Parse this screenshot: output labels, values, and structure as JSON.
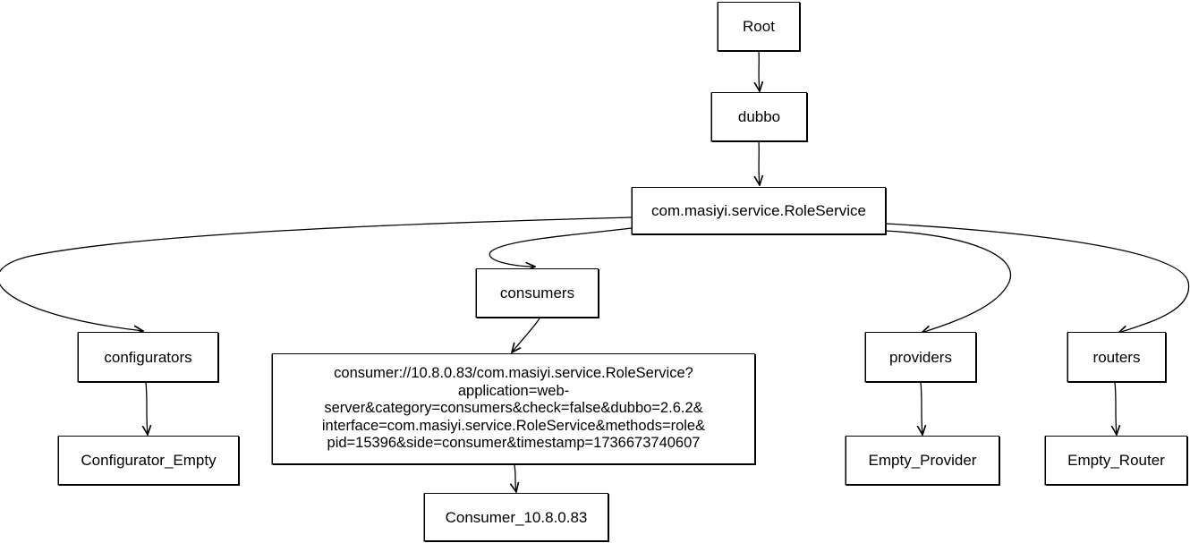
{
  "nodes": {
    "root": "Root",
    "dubbo": "dubbo",
    "service": "com.masiyi.service.RoleService",
    "configurators": "configurators",
    "consumers": "consumers",
    "providers": "providers",
    "routers": "routers",
    "configurator_empty": "Configurator_Empty",
    "consumer_url": [
      "consumer://10.8.0.83/com.masiyi.service.RoleService?",
      "application=web-",
      "server&category=consumers&check=false&dubbo=2.6.2&",
      "interface=com.masiyi.service.RoleService&methods=role&",
      "pid=15396&side=consumer&timestamp=1736673740607"
    ],
    "empty_provider": "Empty_Provider",
    "empty_router": "Empty_Router",
    "consumer_node": "Consumer_10.8.0.83"
  }
}
